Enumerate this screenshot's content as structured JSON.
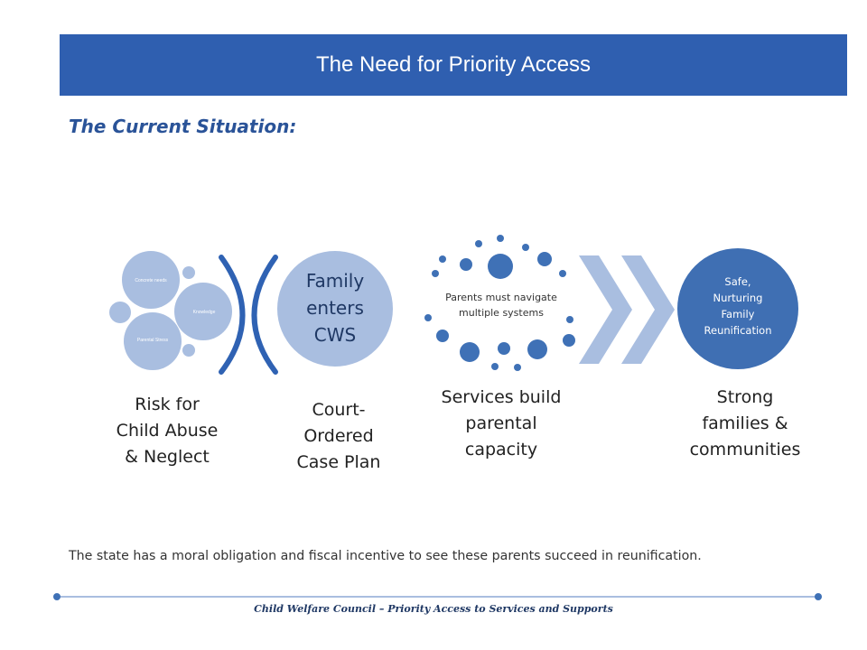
{
  "header": {
    "title": "The Need for Priority Access"
  },
  "section": {
    "subtitle": "The Current Situation:"
  },
  "stage1": {
    "circles": [
      "Concrete needs",
      "Knowledge",
      "Parental Stress"
    ],
    "caption": [
      "Risk for",
      "Child Abuse",
      "& Neglect"
    ]
  },
  "stage2": {
    "circle": [
      "Family",
      "enters",
      "CWS"
    ],
    "caption": [
      "Court-",
      "Ordered",
      "Case Plan"
    ]
  },
  "stage3": {
    "center_text": [
      "Parents must navigate",
      "multiple systems"
    ],
    "caption": [
      "Services build",
      "parental",
      "capacity"
    ]
  },
  "stage4": {
    "circle": [
      "Safe,",
      "Nurturing",
      "Family",
      "Reunification"
    ],
    "caption": [
      "Strong",
      "families &",
      "communities"
    ]
  },
  "note": "The state has a moral obligation and fiscal incentive to see these parents succeed in reunification.",
  "footer": "Child Welfare Council – Priority Access to Services and Supports",
  "colors": {
    "title_bar": "#2f5fb0",
    "circle_light": "#a9bee0",
    "circle_dark": "#3f6fb3",
    "dots": "#3f71b6",
    "chevron": "#a9bee0",
    "outcome_circle": "#3f6fb3"
  }
}
